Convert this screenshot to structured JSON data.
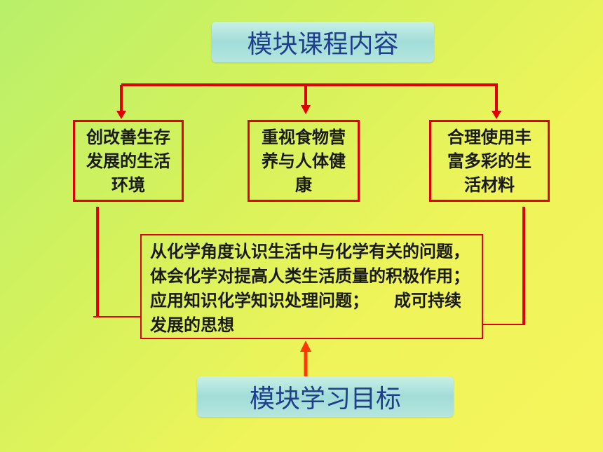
{
  "top_title": "模块课程内容",
  "topics": [
    {
      "label": "创改善生存发展的生活环境"
    },
    {
      "label": "重视食物营养与人体健康"
    },
    {
      "label": "合理使用丰富多彩的生活材料"
    }
  ],
  "goals_text": "从化学角度认识生活中与化学有关的问题，体会化学对提高人类生活质量的积极作用；　　应用知识化学知识处理问题；　　成可持续发展的思想",
  "bottom_title": "模块学习目标",
  "colors": {
    "line": "#e00000",
    "title_text": "#1e3f8c",
    "arrow_up": "#ff3a00"
  }
}
